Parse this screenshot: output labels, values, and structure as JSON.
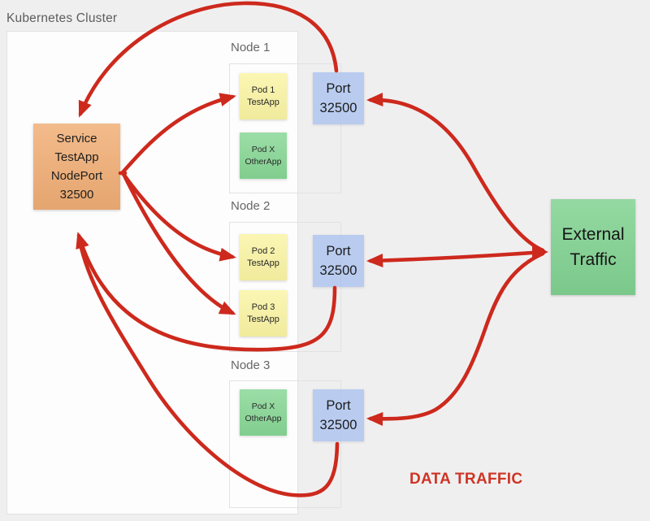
{
  "cluster": {
    "label": "Kubernetes Cluster"
  },
  "service": {
    "lines": [
      "Service",
      "TestApp",
      "NodePort",
      "32500"
    ]
  },
  "nodes": [
    {
      "label": "Node 1",
      "pods": [
        {
          "name": "Pod 1",
          "app": "TestApp"
        },
        {
          "name": "Pod X",
          "app": "OtherApp"
        }
      ],
      "port": {
        "label": "Port",
        "number": "32500"
      }
    },
    {
      "label": "Node 2",
      "pods": [
        {
          "name": "Pod 2",
          "app": "TestApp"
        },
        {
          "name": "Pod 3",
          "app": "TestApp"
        }
      ],
      "port": {
        "label": "Port",
        "number": "32500"
      }
    },
    {
      "label": "Node 3",
      "pods": [
        {
          "name": "Pod X",
          "app": "OtherApp"
        }
      ],
      "port": {
        "label": "Port",
        "number": "32500"
      }
    }
  ],
  "external": {
    "lines": [
      "External",
      "Traffic"
    ]
  },
  "caption": "DATA TRAFFIC",
  "colors": {
    "page-bg": "#f0eff0",
    "cluster-bg": "#fdfdfd",
    "cluster-border": "#e2e1e2",
    "node-border": "#e3e2e3",
    "label-gray": "#5d5d5d",
    "service-orange": "#f1ae75",
    "pod-yellow": "#faf4a3",
    "pod-green": "#86d694",
    "port-blue": "rgba(163,190,240,0.72)",
    "external-green": "#82d392",
    "arrow-red": "#cd291d",
    "caption-red": "#ce3526"
  }
}
